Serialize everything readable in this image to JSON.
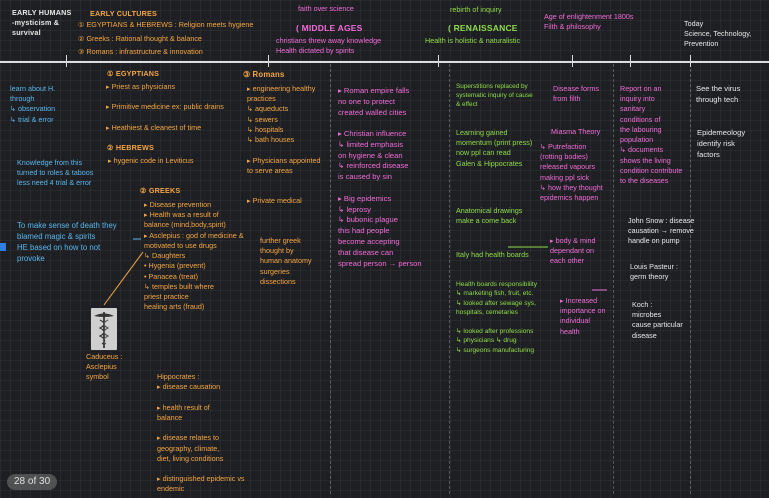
{
  "page_indicator": "28 of 30",
  "colors": {
    "white": "#e9e9e9",
    "blue": "#58b7ee",
    "orange": "#f5a742",
    "pink": "#f06cd8",
    "green": "#8fdc4a"
  },
  "top": {
    "early_humans": "EARLY HUMANS\n-mysticism &\n survival",
    "early_cultures": "EARLY CULTURES",
    "cultures_1": "① EGYPTIANS & HEBREWS : Religion meets hygiene",
    "cultures_2": "② Greeks : Rational thought & balance",
    "cultures_3": "③ Romans : infrastructure & innovation",
    "faith_over_science": "faith over science",
    "middle_ages": "( MIDDLE AGES",
    "middle_ages_sub": "christians threw away knowledge\nHealth dictated by spirits",
    "rebirth": "rebirth of inquiry",
    "renaissance": "( RENAISSANCE",
    "renaissance_sub": "Health is holistic & naturalistic",
    "enlightenment": "Age of enlightenment   1800s\nFilth & philosophy",
    "today": "Today\nScience, Technology,\nPrevention"
  },
  "col_early_humans": {
    "learn": "learn about H.\nthrough\n  ↳ observation\n  ↳ trial & error",
    "knowledge": "Knowledge from this\nturned to roles & taboos\nless need 4 trial & error",
    "death": "To make sense of death they\nblamed magic & spirits\n HE based on how to not\n provoke"
  },
  "col_cultures": {
    "egyptians_head": "① EGYPTIANS",
    "egyptians_body": "▸ Priest as physicians\n\n▸ Primitive medicine ex: public drains\n\n▸ Heathiest & cleanest of time",
    "hebrews_head": "② HEBREWS",
    "hebrews_body": "▸ hygenic code in Leviticus",
    "greeks_head": "② GREEKS",
    "greeks_body": "▸ Disease prevention\n▸ Health was a result of\n   balance (mind,body,spirit)\n▸ Asclepius : god of medicine &\n   motivated to use drugs\n   ↳ Daughters\n       • Hygenia (prevent)\n       • Panacea (treat)\n   ↳ temples built where\n       priest practice\n       healing arts (fraud)",
    "caduceus_label": "Caduceus :\nAsclepius\nsymbol",
    "hippocrates": "Hippocrates :\n▸ disease causation\n\n▸ health result of\n   balance\n\n▸ disease relates to\n   geography, climate,\n   diet, living conditions\n\n▸ distinguished epidemic vs\n   endemic"
  },
  "col_romans": {
    "head": "③ Romans",
    "body": "▸ engineering healthy\n  practices\n   ↳ aqueducts\n   ↳ sewers\n   ↳ hospitals\n   ↳ bath houses\n\n▸ Physicians appointed\n  to serve areas\n\n\n▸ Private medical",
    "further": "further greek\nthought by\nhuman anatomy\nsurgeries\ndissections"
  },
  "col_middle_ages": {
    "body": "▸ Roman empire falls\n  no one to protect\n  created walled cities\n\n▸ Christian influence\n   ↳ limited emphasis\n      on hygiene & clean\n   ↳ reinforced disease\n      is caused by sin\n\n▸ Big epidemics\n   ↳ leprosy\n   ↳ bubonic plague\n  this had people\n  become accepting\n  that disease can\n  spread person → person"
  },
  "col_renaissance": {
    "top": "Superstitions replaced by\nsystematic inquiry of cause\n& effect",
    "learning": "Learning gained\nmomentum (print press)\nnow ppl can read\nGalen & Hippocrates",
    "anatomical": "Anatomical drawings\nmake a come back",
    "italy": "Italy had health boards",
    "boards": "Health boards responsibility\n ↳ marketing fish, fruit, etc.\n ↳ looked after sewage sys,\n    hospitals, cemetaries\n\n ↳ looked after professions\n    ↳ physicians   ↳ drug\n    ↳ surgeons       manufacturing"
  },
  "col_mid_ren": {
    "disease_forms": "Disease forms\nfrom filth",
    "miasma": "Miasma Theory",
    "putrefaction": "↳ Putrefaction\n   (rotting bodies)\n   released vapours\n   making ppl sick\n ↳ how they thought\n   epidemics happen",
    "body_mind": "▸ body & mind\n  dependant on\n  each other",
    "increased": "▸ Increased\n  importance on\n  individual\n  health"
  },
  "col_enlightenment": {
    "report": "Report on an\ninquiry into\nsanitary\nconditions of\nthe labouring\npopulation\n ↳ documents\n shows the living\n condition contribute\n to the diseases",
    "snow": "John Snow : disease\ncausation → remove\nhandle on pump",
    "pasteur": "Louis Pasteur :\ngerm theory",
    "koch": "Koch :\nmicrobes\ncause particular\ndisease"
  },
  "col_today": {
    "virus": "See the virus\nthrough tech",
    "epidemiology": "Epidemeology\nidentify risk\n  factors"
  }
}
